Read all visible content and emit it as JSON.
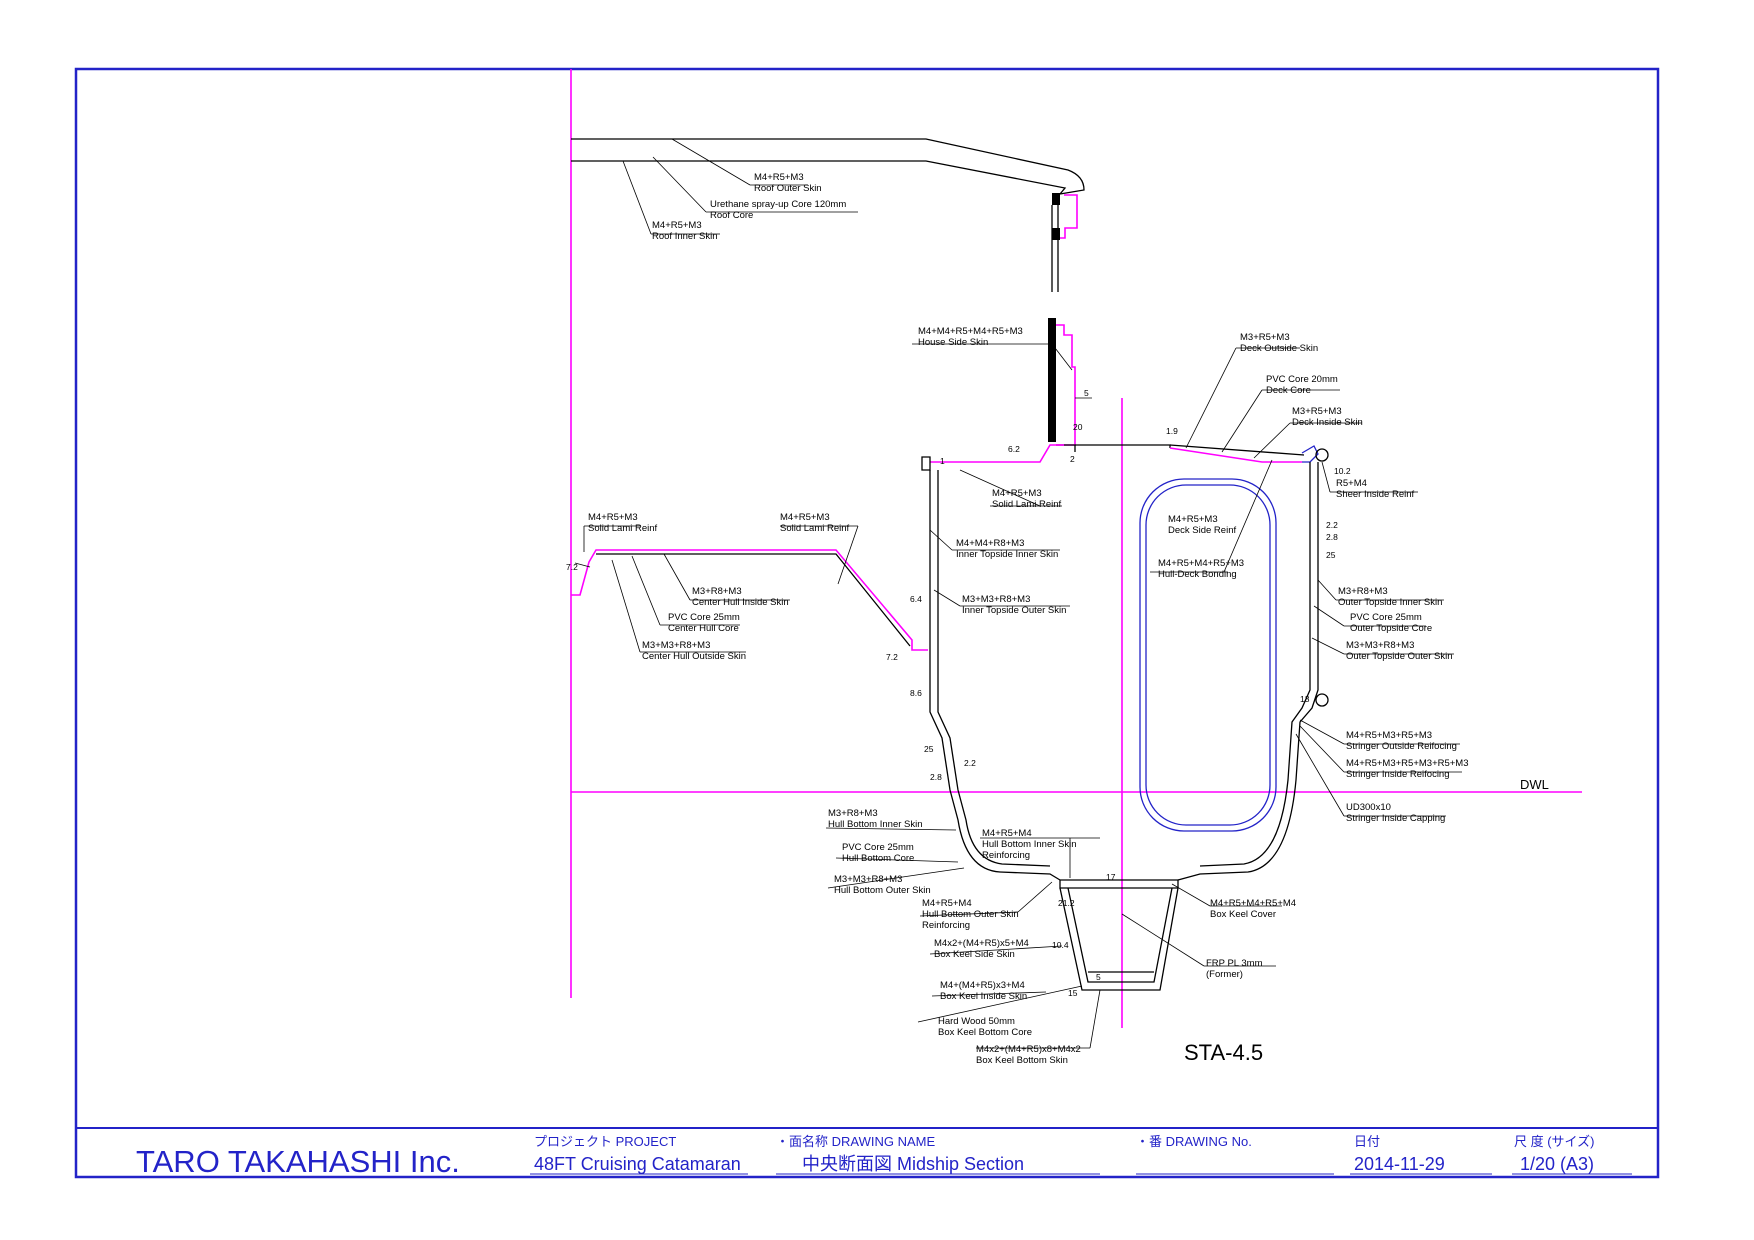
{
  "drawing": {
    "station": "STA-4.5",
    "dwl": "DWL",
    "labels": [
      {
        "id": "roof-outer",
        "lines": [
          "M4+R5+M3",
          "Roof Outer Skin"
        ]
      },
      {
        "id": "roof-core",
        "lines": [
          "Urethane spray-up Core 120mm",
          "Roof Core"
        ]
      },
      {
        "id": "roof-inner",
        "lines": [
          "M4+R5+M3",
          "Roof Inner Skin"
        ]
      },
      {
        "id": "house-side",
        "lines": [
          "M4+M4+R5+M4+R5+M3",
          "House Side Skin"
        ]
      },
      {
        "id": "deck-outside",
        "lines": [
          "M3+R5+M3",
          "Deck Outside Skin"
        ]
      },
      {
        "id": "deck-core",
        "lines": [
          "PVC Core 20mm",
          "Deck Core"
        ]
      },
      {
        "id": "deck-inside",
        "lines": [
          "M3+R5+M3",
          "Deck Inside Skin"
        ]
      },
      {
        "id": "solid-lami-1",
        "lines": [
          "M4+R5+M3",
          "Solid Lami Reinf"
        ]
      },
      {
        "id": "sheer-inside",
        "lines": [
          "R5+M4",
          "Sheer Inside Reinf"
        ]
      },
      {
        "id": "solid-lami-left",
        "lines": [
          "M4+R5+M3",
          "Solid Lami Reinf"
        ]
      },
      {
        "id": "solid-lami-mid",
        "lines": [
          "M4+R5+M3",
          "Solid Lami Reinf"
        ]
      },
      {
        "id": "deck-side",
        "lines": [
          "M4+R5+M3",
          "Deck Side Reinf"
        ]
      },
      {
        "id": "inner-topside-inner",
        "lines": [
          "M4+M4+R8+M3",
          "Inner Topside Inner Skin"
        ]
      },
      {
        "id": "hull-deck",
        "lines": [
          "M4+R5+M4+R5+M3",
          "Hull-Deck Bonding"
        ]
      },
      {
        "id": "center-hull-inside",
        "lines": [
          "M3+R8+M3",
          "Center Hull Inside Skin"
        ]
      },
      {
        "id": "center-hull-core",
        "lines": [
          "PVC Core 25mm",
          "Center Hull Core"
        ]
      },
      {
        "id": "center-hull-outside",
        "lines": [
          "M3+M3+R8+M3",
          "Center Hull Outside Skin"
        ]
      },
      {
        "id": "inner-topside-outer",
        "lines": [
          "M3+M3+R8+M3",
          "Inner Topside Outer Skin"
        ]
      },
      {
        "id": "outer-topside-inner",
        "lines": [
          "M3+R8+M3",
          "Outer Topside Inner Skin"
        ]
      },
      {
        "id": "outer-topside-core",
        "lines": [
          "PVC Core 25mm",
          "Outer Topside Core"
        ]
      },
      {
        "id": "outer-topside-outer",
        "lines": [
          "M3+M3+R8+M3",
          "Outer Topside Outer Skin"
        ]
      },
      {
        "id": "stringer-outside",
        "lines": [
          "M4+R5+M3+R5+M3",
          "Stringer Outside Reifocing"
        ]
      },
      {
        "id": "stringer-inside",
        "lines": [
          "M4+R5+M3+R5+M3+R5+M3",
          "Stringer Inside Reifocing"
        ]
      },
      {
        "id": "stringer-capping",
        "lines": [
          "UD300x10",
          "Stringer Inside Capping"
        ]
      },
      {
        "id": "hull-bottom-inner",
        "lines": [
          "M3+R8+M3",
          "Hull Bottom Inner Skin"
        ]
      },
      {
        "id": "hull-bottom-core",
        "lines": [
          "PVC Core 25mm",
          "Hull Bottom Core"
        ]
      },
      {
        "id": "hull-bottom-outer",
        "lines": [
          "M3+M3+R8+M3",
          "Hull Bottom Outer Skin"
        ]
      },
      {
        "id": "hull-bottom-inner-reinf",
        "lines": [
          "M4+R5+M4",
          "Hull Bottom Inner Skin",
          "Reinforcing"
        ]
      },
      {
        "id": "hull-bottom-outer-reinf",
        "lines": [
          "M4+R5+M4",
          "Hull Bottom Outer Skin",
          "Reinforcing"
        ]
      },
      {
        "id": "box-keel-cover",
        "lines": [
          "M4+R5+M4+R5+M4",
          "Box Keel Cover"
        ]
      },
      {
        "id": "box-keel-side",
        "lines": [
          "M4x2+(M4+R5)x5+M4",
          "Box Keel Side Skin"
        ]
      },
      {
        "id": "frp-pl",
        "lines": [
          "FRP PL 3mm",
          "(Former)"
        ]
      },
      {
        "id": "box-keel-inside",
        "lines": [
          "M4+(M4+R5)x3+M4",
          "Box Keel Inside Skin"
        ]
      },
      {
        "id": "hard-wood",
        "lines": [
          "Hard Wood 50mm",
          "Box Keel Bottom Core"
        ]
      },
      {
        "id": "box-keel-bottom",
        "lines": [
          "M4x2+(M4+R5)x8+M4x2",
          "Box Keel Bottom Skin"
        ]
      }
    ],
    "dims": [
      {
        "id": "d-5a",
        "text": "5"
      },
      {
        "id": "d-20",
        "text": "20"
      },
      {
        "id": "d-2a",
        "text": "2"
      },
      {
        "id": "d-62",
        "text": "6.2"
      },
      {
        "id": "d-1",
        "text": "1"
      },
      {
        "id": "d-19",
        "text": "1.9"
      },
      {
        "id": "d-102",
        "text": "10.2"
      },
      {
        "id": "d-22a",
        "text": "2.2"
      },
      {
        "id": "d-28a",
        "text": "2.8"
      },
      {
        "id": "d-25a",
        "text": "25"
      },
      {
        "id": "d-72a",
        "text": "7.2"
      },
      {
        "id": "d-72b",
        "text": "7.2"
      },
      {
        "id": "d-64",
        "text": "6.4"
      },
      {
        "id": "d-86",
        "text": "8.6"
      },
      {
        "id": "d-13",
        "text": "13"
      },
      {
        "id": "d-25b",
        "text": "25"
      },
      {
        "id": "d-22b",
        "text": "2.2"
      },
      {
        "id": "d-28b",
        "text": "2.8"
      },
      {
        "id": "d-17",
        "text": "17"
      },
      {
        "id": "d-212",
        "text": "21.2"
      },
      {
        "id": "d-104",
        "text": "10.4"
      },
      {
        "id": "d-5b",
        "text": "5"
      },
      {
        "id": "d-15",
        "text": "15"
      }
    ]
  },
  "title_block": {
    "company": "TARO TAKAHASHI Inc.",
    "project_caption": "プロジェクト  PROJECT",
    "project_value": "48FT Cruising Catamaran",
    "drawing_name_caption": "・面名称  DRAWING  NAME",
    "drawing_name_value": "中央断面図   Midship Section",
    "drawing_no_caption": "・番  DRAWING No.",
    "drawing_no_value": "",
    "date_caption": "日付",
    "date_value": "2014-11-29",
    "scale_caption": "尺 度 (サイズ)",
    "scale_value": "1/20 (A3)"
  },
  "colors": {
    "border": "#2323c8",
    "reference_lines": "#ff00ff",
    "outline": "#000000",
    "tank": "#2323c8"
  }
}
